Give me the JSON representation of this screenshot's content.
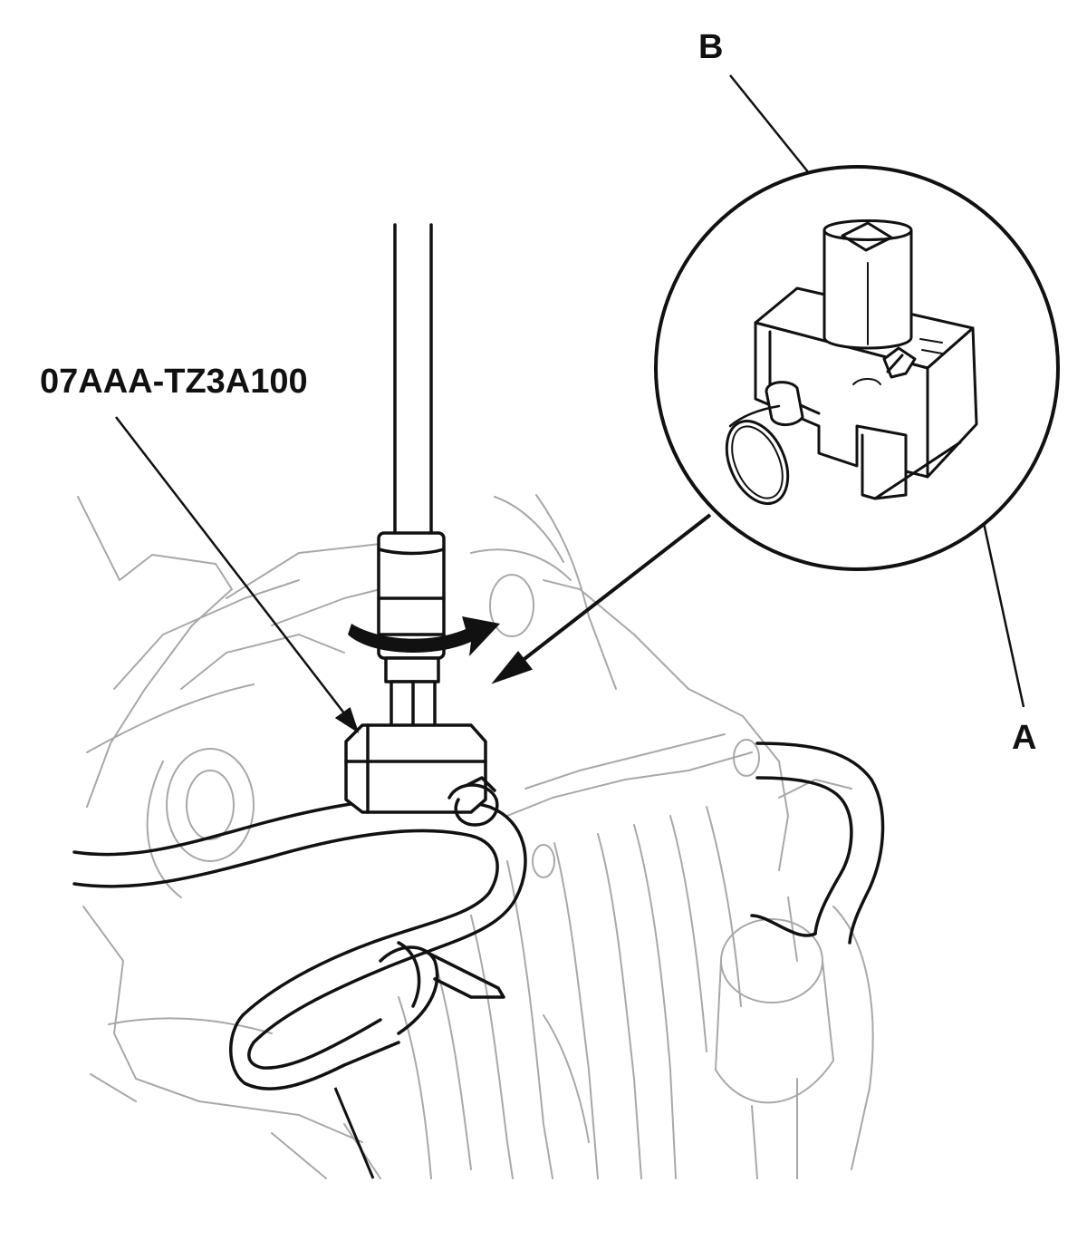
{
  "labels": {
    "tool": "07AAA-TZ3A100",
    "a": "A",
    "b": "B"
  },
  "colors": {
    "line_dark": "#111111",
    "line_light": "#a8a8a8",
    "background": "#ffffff"
  }
}
